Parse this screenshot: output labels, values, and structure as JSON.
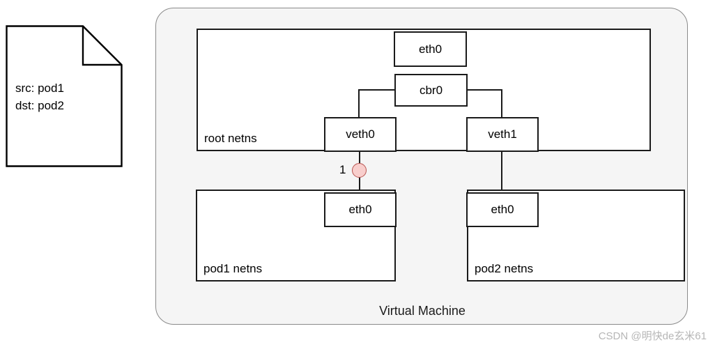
{
  "diagram": {
    "title": "Virtual Machine",
    "packet_note": {
      "name": "packet-note",
      "lines": [
        "src: pod1",
        "dst: pod2"
      ]
    },
    "namespaces": [
      {
        "id": "root",
        "label": "root netns"
      },
      {
        "id": "pod1",
        "label": "pod1 netns"
      },
      {
        "id": "pod2",
        "label": "pod2 netns"
      }
    ],
    "interfaces": [
      {
        "id": "root-eth0",
        "label": "eth0",
        "parent": "root"
      },
      {
        "id": "cbr0",
        "label": "cbr0",
        "parent": "root"
      },
      {
        "id": "veth0",
        "label": "veth0",
        "parent": "root"
      },
      {
        "id": "veth1",
        "label": "veth1",
        "parent": "root"
      },
      {
        "id": "pod1-eth0",
        "label": "eth0",
        "parent": "pod1"
      },
      {
        "id": "pod2-eth0",
        "label": "eth0",
        "parent": "pod2"
      }
    ],
    "markers": [
      {
        "id": "step-1",
        "number": "1",
        "fill": "#f8cecc",
        "stroke": "#b85450"
      }
    ],
    "colors": {
      "vm_fill": "#f5f5f5",
      "vm_border": "#8a8a8a",
      "box_fill": "#ffffff",
      "box_border": "#1a1a1a",
      "marker_fill": "#f8cecc",
      "marker_stroke": "#b85450",
      "watermark": "#b6b6b6"
    }
  },
  "watermark": {
    "text": "CSDN @明快de玄米61"
  }
}
